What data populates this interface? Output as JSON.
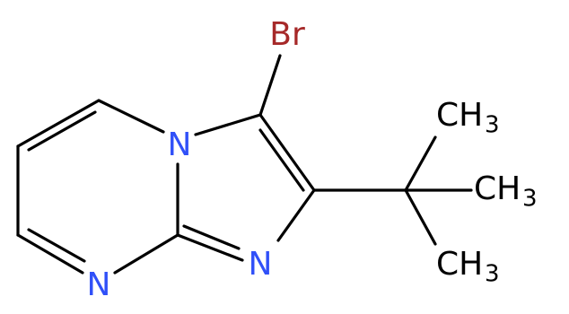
{
  "molecule": {
    "atoms": {
      "br": "Br",
      "n_bridge": "N",
      "n_imid": "N",
      "n_pyr": "N",
      "ch3_top": "CH",
      "ch3_mid": "CH",
      "ch3_bot": "CH",
      "sub_top": "3",
      "sub_mid": "3",
      "sub_bot": "3"
    },
    "colors": {
      "carbon_bond": "#000000",
      "nitrogen": "#3050F8",
      "bromine": "#A62929",
      "methyl": "#000000"
    }
  }
}
